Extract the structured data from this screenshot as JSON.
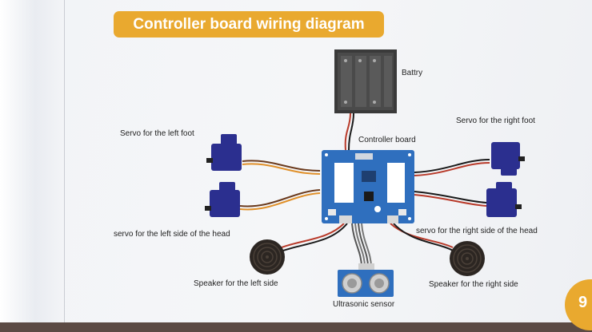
{
  "title": "Controller board wiring diagram",
  "page_number": "9",
  "labels": {
    "battery": "Battry",
    "controller_board": "Controller board",
    "servo_left_foot": "Servo for the left foot",
    "servo_right_foot": "Servo for the right foot",
    "servo_left_head": "servo for the left side of the head",
    "servo_right_head": "servo for the right side of the head",
    "speaker_left": "Speaker for the left side",
    "speaker_right": "Speaker for the right side",
    "ultrasonic_sensor": "Ultrasonic sensor"
  },
  "colors": {
    "banner": "#e9a92f",
    "board": "#2f6fbe",
    "servo": "#2b2f8f",
    "wire_red": "#b83a2a",
    "wire_orange": "#e0902a",
    "wire_brown": "#6b3b1e",
    "wire_black": "#1a1a1a"
  }
}
